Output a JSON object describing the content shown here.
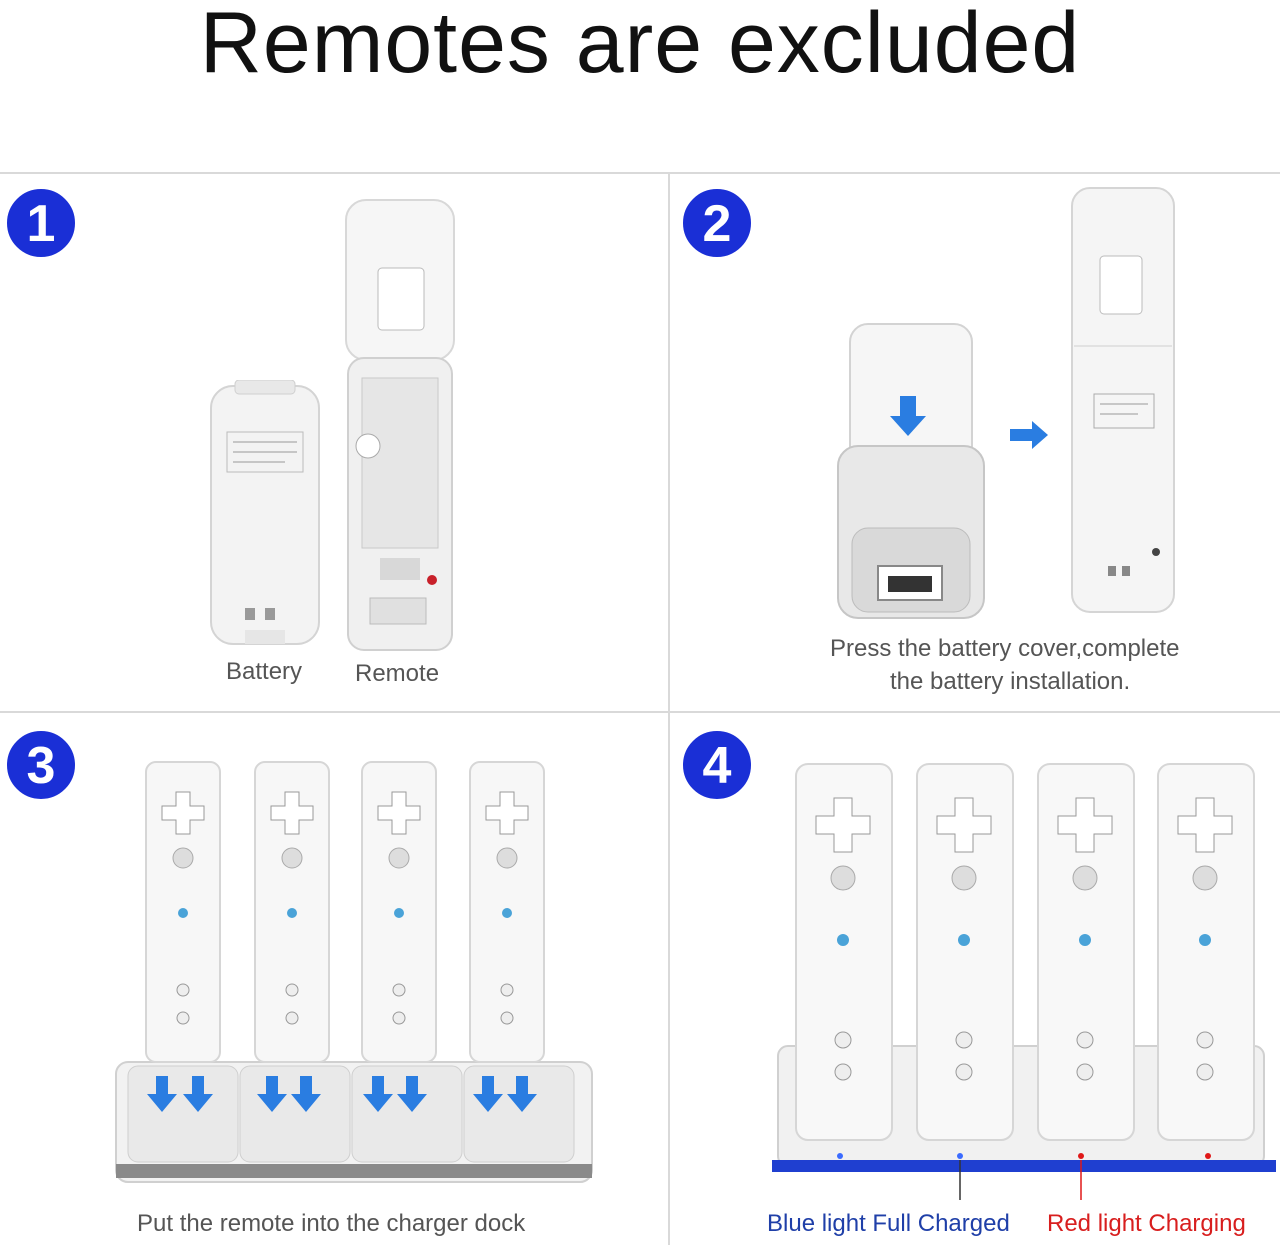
{
  "title": "Remotes are excluded",
  "steps": [
    {
      "number": "1",
      "labels": {
        "battery": "Battery",
        "remote": "Remote"
      }
    },
    {
      "number": "2",
      "caption_line1": "Press the battery cover,complete",
      "caption_line2": "the battery installation."
    },
    {
      "number": "3",
      "caption": "Put the remote into the charger dock"
    },
    {
      "number": "4",
      "legend_blue": "Blue light Full Charged",
      "legend_red": "Red light Charging"
    }
  ],
  "colors": {
    "step_badge": "#1a2fd6",
    "arrow": "#2a7de1",
    "blue_light": "#1f3fd0",
    "red_light": "#e01818",
    "legend_blue_text": "#1f3fa8",
    "legend_red_text": "#d81e1e"
  },
  "icons": [
    "step-number-badge",
    "down-arrow-icon",
    "right-arrow-icon",
    "wii-remote",
    "battery-pack",
    "charging-dock"
  ]
}
